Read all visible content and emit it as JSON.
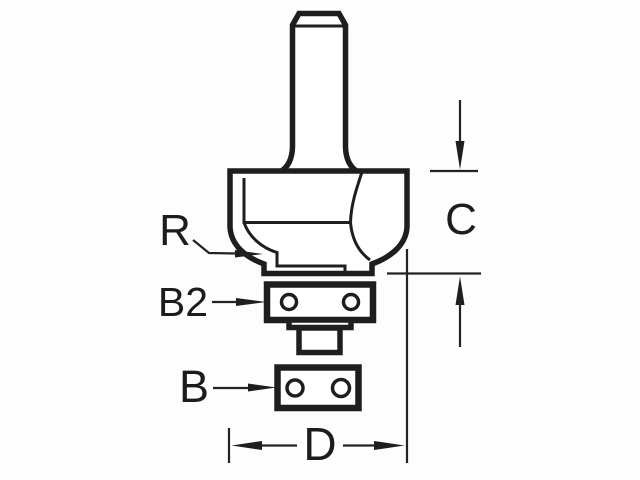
{
  "diagram": {
    "kind": "technical-drawing",
    "subject": "Bearing-guided round-over router cutter, side elevation with dimensions",
    "background_color": "#fdfdfd",
    "line_color": "#1e1e1e",
    "labels": {
      "radius": "R",
      "fitted_bearing": "B2",
      "spare_bearing": "B",
      "cut_length": "C",
      "diameter": "D"
    }
  }
}
